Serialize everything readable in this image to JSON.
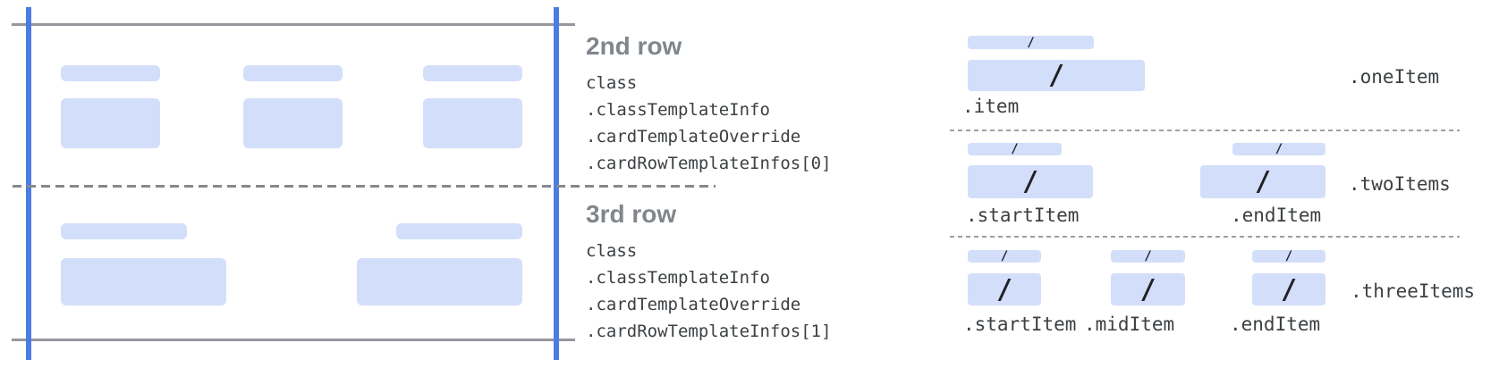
{
  "glyphs": {
    "slash": "/"
  },
  "annotations": [
    {
      "title": "2nd row",
      "lines": [
        "class",
        ".classTemplateInfo",
        ".cardTemplateOverride",
        ".cardRowTemplateInfos[0]"
      ]
    },
    {
      "title": "3rd row",
      "lines": [
        "class",
        ".classTemplateInfo",
        ".cardTemplateOverride",
        ".cardRowTemplateInfos[1]"
      ]
    }
  ],
  "layouts": [
    {
      "name": ".oneItem",
      "items": [
        ".item"
      ]
    },
    {
      "name": ".twoItems",
      "items": [
        ".startItem",
        ".endItem"
      ]
    },
    {
      "name": ".threeItems",
      "items": [
        ".startItem",
        ".midItem",
        ".endItem"
      ]
    }
  ],
  "colors": {
    "placeholder_fill": "#d3defa",
    "guide_blue": "#4a7de4",
    "edge_gray": "#94979c",
    "dash_gray": "#9aa0a6",
    "title_gray": "#80868b",
    "code_text": "#3c4043",
    "slash_text": "#202124"
  }
}
